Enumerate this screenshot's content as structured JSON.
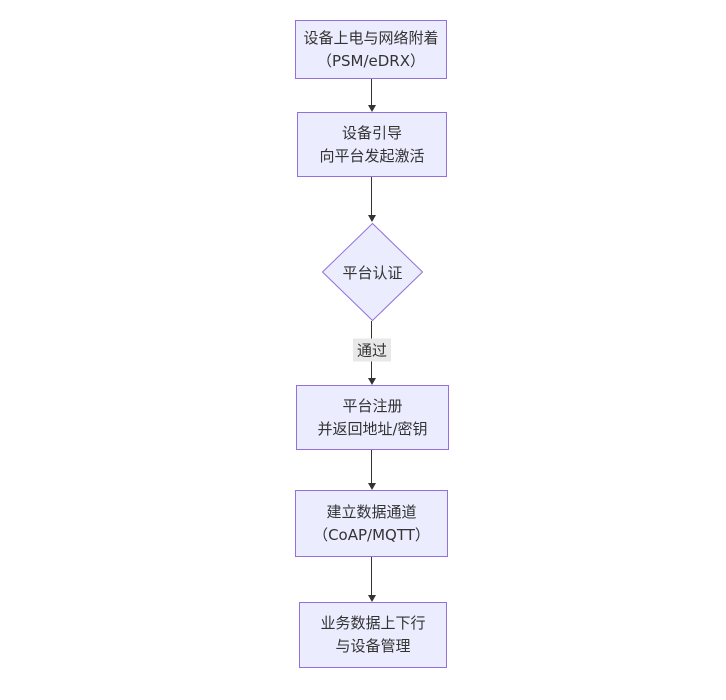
{
  "flow": {
    "theme": {
      "node_fill": "#ECECFF",
      "node_border": "#9370DB",
      "text_color": "#333333",
      "arrow_color": "#333333",
      "edge_label_bg": "#e8e8e8"
    },
    "nodes": [
      {
        "id": "power-attach",
        "shape": "rect",
        "lines": [
          "设备上电与网络附着",
          "（PSM/eDRX）"
        ]
      },
      {
        "id": "bootstrap-activate",
        "shape": "rect",
        "lines": [
          "设备引导",
          "向平台发起激活"
        ]
      },
      {
        "id": "platform-auth",
        "shape": "diamond",
        "lines": [
          "平台认证"
        ]
      },
      {
        "id": "platform-register",
        "shape": "rect",
        "lines": [
          "平台注册",
          "并返回地址/密钥"
        ]
      },
      {
        "id": "data-channel",
        "shape": "rect",
        "lines": [
          "建立数据通道",
          "（CoAP/MQTT）"
        ]
      },
      {
        "id": "business-data",
        "shape": "rect",
        "lines": [
          "业务数据上下行",
          "与设备管理"
        ]
      }
    ],
    "edges": [
      {
        "from": "power-attach",
        "to": "bootstrap-activate",
        "label": ""
      },
      {
        "from": "bootstrap-activate",
        "to": "platform-auth",
        "label": ""
      },
      {
        "from": "platform-auth",
        "to": "platform-register",
        "label": "通过"
      },
      {
        "from": "platform-register",
        "to": "data-channel",
        "label": ""
      },
      {
        "from": "data-channel",
        "to": "business-data",
        "label": ""
      }
    ]
  }
}
